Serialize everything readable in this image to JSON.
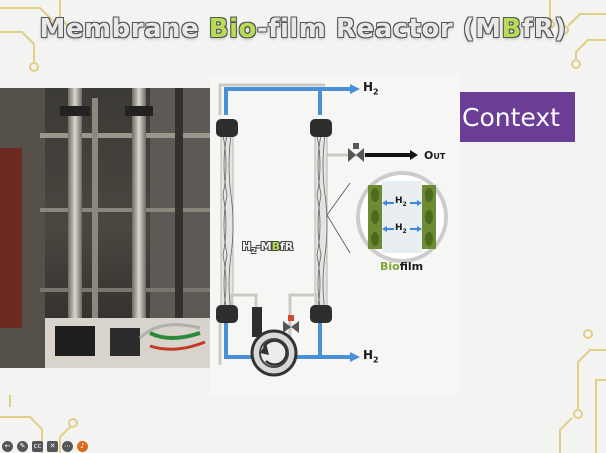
{
  "slide": {
    "title_prefix": "Membrane ",
    "title_highlight": "Bio",
    "title_suffix": "-film Reactor (M",
    "title_highlight2": "B",
    "title_end": "fR)",
    "context_label": "Context"
  },
  "diagram": {
    "h2_top_main": "H",
    "h2_top_sub": "2",
    "h2_bottom_main": "H",
    "h2_bottom_sub": "2",
    "out_label": "Out",
    "reactor_label_a": "H",
    "reactor_label_sub": "2",
    "reactor_label_b": "-M",
    "reactor_label_c": "B",
    "reactor_label_d": "fR",
    "zoom_h2_a": "H",
    "zoom_h2_a_sub": "2",
    "zoom_h2_b": "H",
    "zoom_h2_b_sub": "2",
    "biofilm_a": "Bio",
    "biofilm_b": "film"
  },
  "colors": {
    "accent_green": "#b6dd55",
    "context_purple": "#6b3d97",
    "pipe_blue": "#4a90d9",
    "circuit_gold": "#e0cf86"
  },
  "toolbar": {
    "items": [
      "back-icon",
      "edit-icon",
      "cc-icon",
      "mute-icon",
      "more-icon",
      "speaker-icon"
    ],
    "cc_text": "cc"
  }
}
